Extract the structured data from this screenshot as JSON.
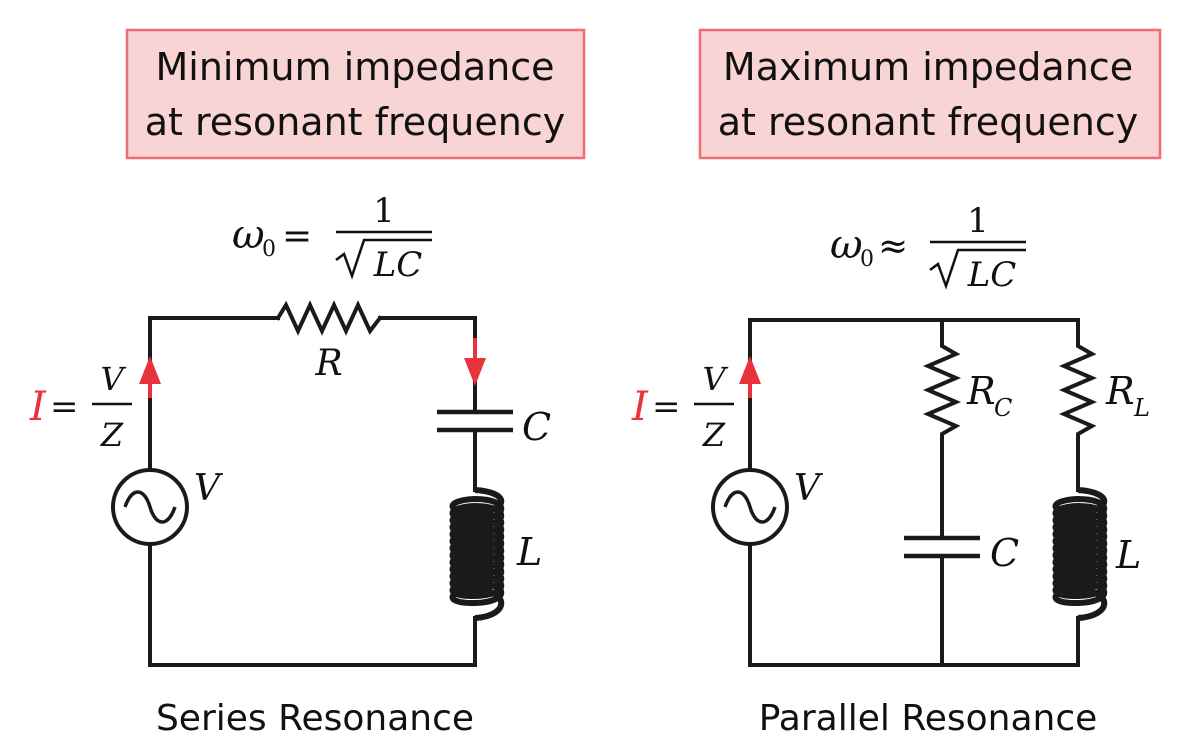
{
  "series": {
    "box_lines": [
      "Minimum impedance",
      "at resonant frequency"
    ],
    "formula": {
      "lhs": "ω",
      "lhs_sub": "0",
      "relation": "=",
      "numerator": "1",
      "radicand": "LC"
    },
    "labels": {
      "resistor": "R",
      "capacitor": "C",
      "inductor": "L",
      "source": "V"
    },
    "current": {
      "symbol": "I",
      "equals": "=",
      "numerator": "V",
      "denominator": "Z"
    },
    "caption": "Series Resonance"
  },
  "parallel": {
    "box_lines": [
      "Maximum impedance",
      "at resonant frequency"
    ],
    "formula": {
      "lhs": "ω",
      "lhs_sub": "0",
      "relation": "≈",
      "numerator": "1",
      "radicand": "LC"
    },
    "labels": {
      "resistor_c": "R",
      "resistor_c_sub": "C",
      "resistor_l": "R",
      "resistor_l_sub": "L",
      "capacitor": "C",
      "inductor": "L",
      "source": "V"
    },
    "current": {
      "symbol": "I",
      "equals": "=",
      "numerator": "V",
      "denominator": "Z"
    },
    "caption": "Parallel Resonance"
  },
  "colors": {
    "box_fill": "#f9d4d5",
    "box_border": "#ee6e73",
    "current_arrow": "#e8323c"
  }
}
